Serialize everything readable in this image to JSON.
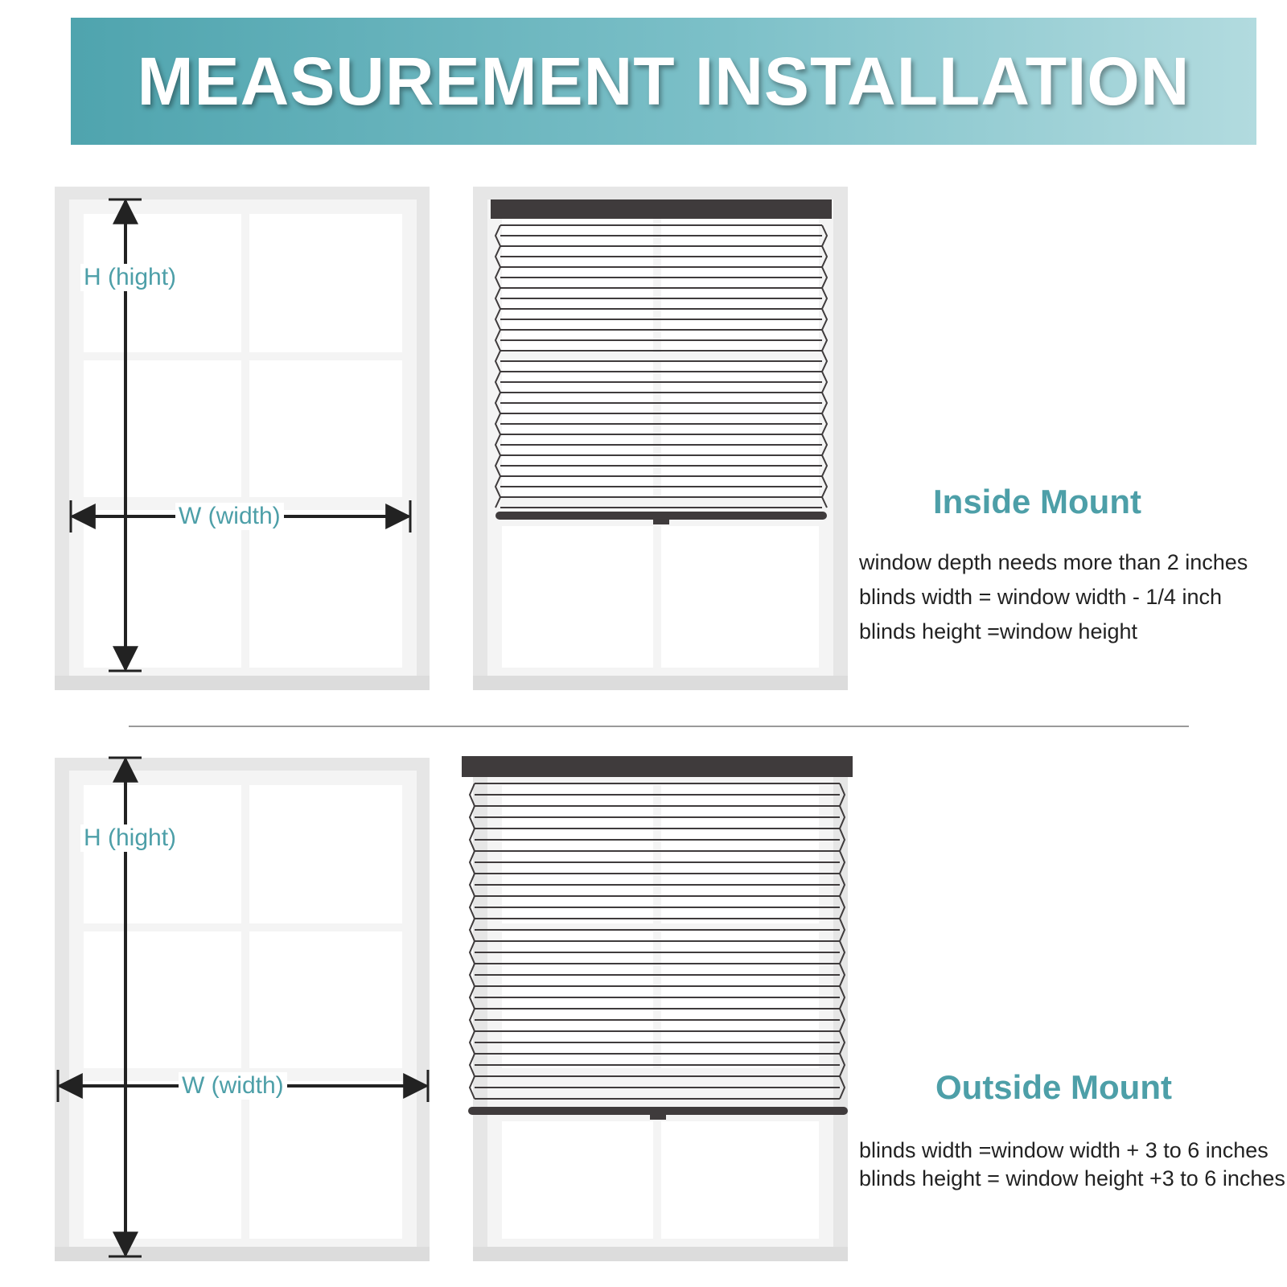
{
  "banner": {
    "title": "MEASUREMENT INSTALLATION"
  },
  "inside": {
    "height_label": "H  (hight)",
    "width_label": "W  (width)",
    "title": "Inside Mount",
    "notes": [
      "window depth needs more than 2 inches",
      "blinds width = window width - 1/4 inch",
      "blinds height =window height"
    ]
  },
  "outside": {
    "height_label": "H  (hight)",
    "width_label": "W  (width)",
    "title": "Outside Mount",
    "notes": [
      "blinds width =window width + 3 to 6 inches",
      "blinds height = window height +3 to 6 inches"
    ]
  },
  "colors": {
    "teal": "#4d9fa8",
    "blind": "#3f3b3c",
    "frame": "#e4e4e4"
  }
}
